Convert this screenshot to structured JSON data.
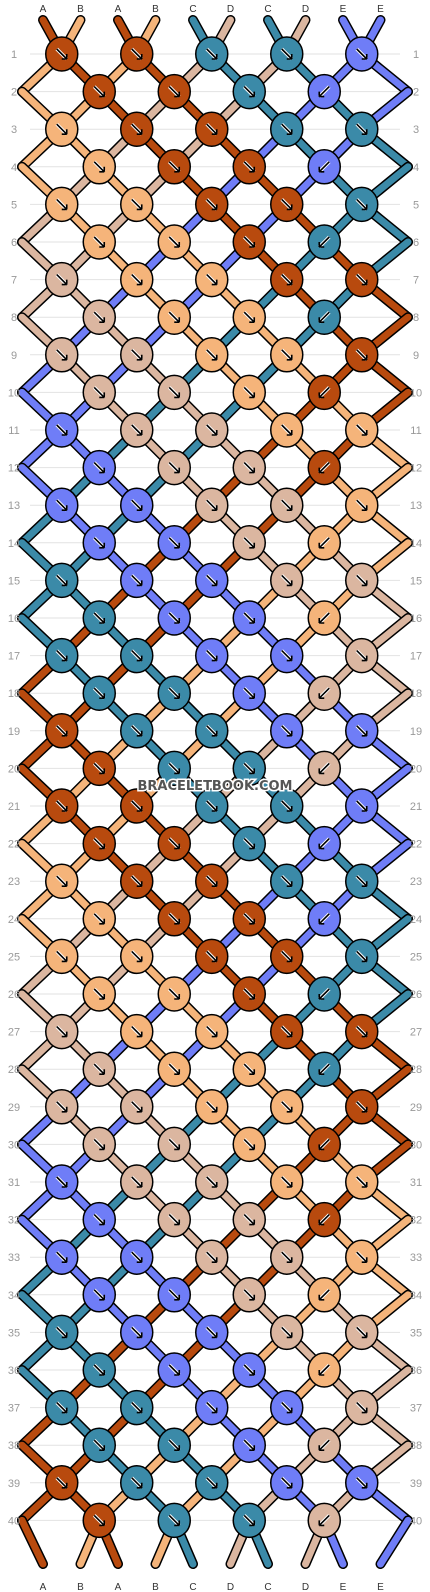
{
  "watermark": "BRACELETBOOK.COM",
  "colors": {
    "A": "#b84a0e",
    "B": "#f5b47a",
    "C": "#3b8aa8",
    "D": "#dbb6a0",
    "E": "#6f7df7"
  },
  "strings": [
    "A",
    "B",
    "A",
    "B",
    "C",
    "D",
    "C",
    "D",
    "E",
    "E"
  ],
  "row_numbers": [
    "1",
    "2",
    "3",
    "4",
    "5",
    "6",
    "7",
    "8",
    "9",
    "10",
    "11",
    "12",
    "13",
    "14",
    "15",
    "16",
    "17",
    "18",
    "19",
    "20",
    "21",
    "22",
    "23",
    "24",
    "25",
    "26",
    "27",
    "28",
    "29",
    "30",
    "31",
    "32",
    "33",
    "34",
    "35",
    "36",
    "37",
    "38",
    "39",
    "40"
  ],
  "knot_arrow_types": {
    "even_rows": [
      "f",
      "f",
      "f",
      "f",
      "f",
      "b",
      "b",
      "b",
      "f",
      "f",
      "f",
      "b",
      "f",
      "f",
      "f",
      "f",
      "f",
      "f",
      "f",
      "f"
    ],
    "odd_rows": [
      "f",
      "f",
      "f",
      "b",
      "b",
      "b",
      "f",
      "f",
      "b",
      "f",
      "f",
      "f",
      "f",
      "f",
      "f",
      "f",
      "f",
      "f",
      "f",
      "f"
    ]
  }
}
